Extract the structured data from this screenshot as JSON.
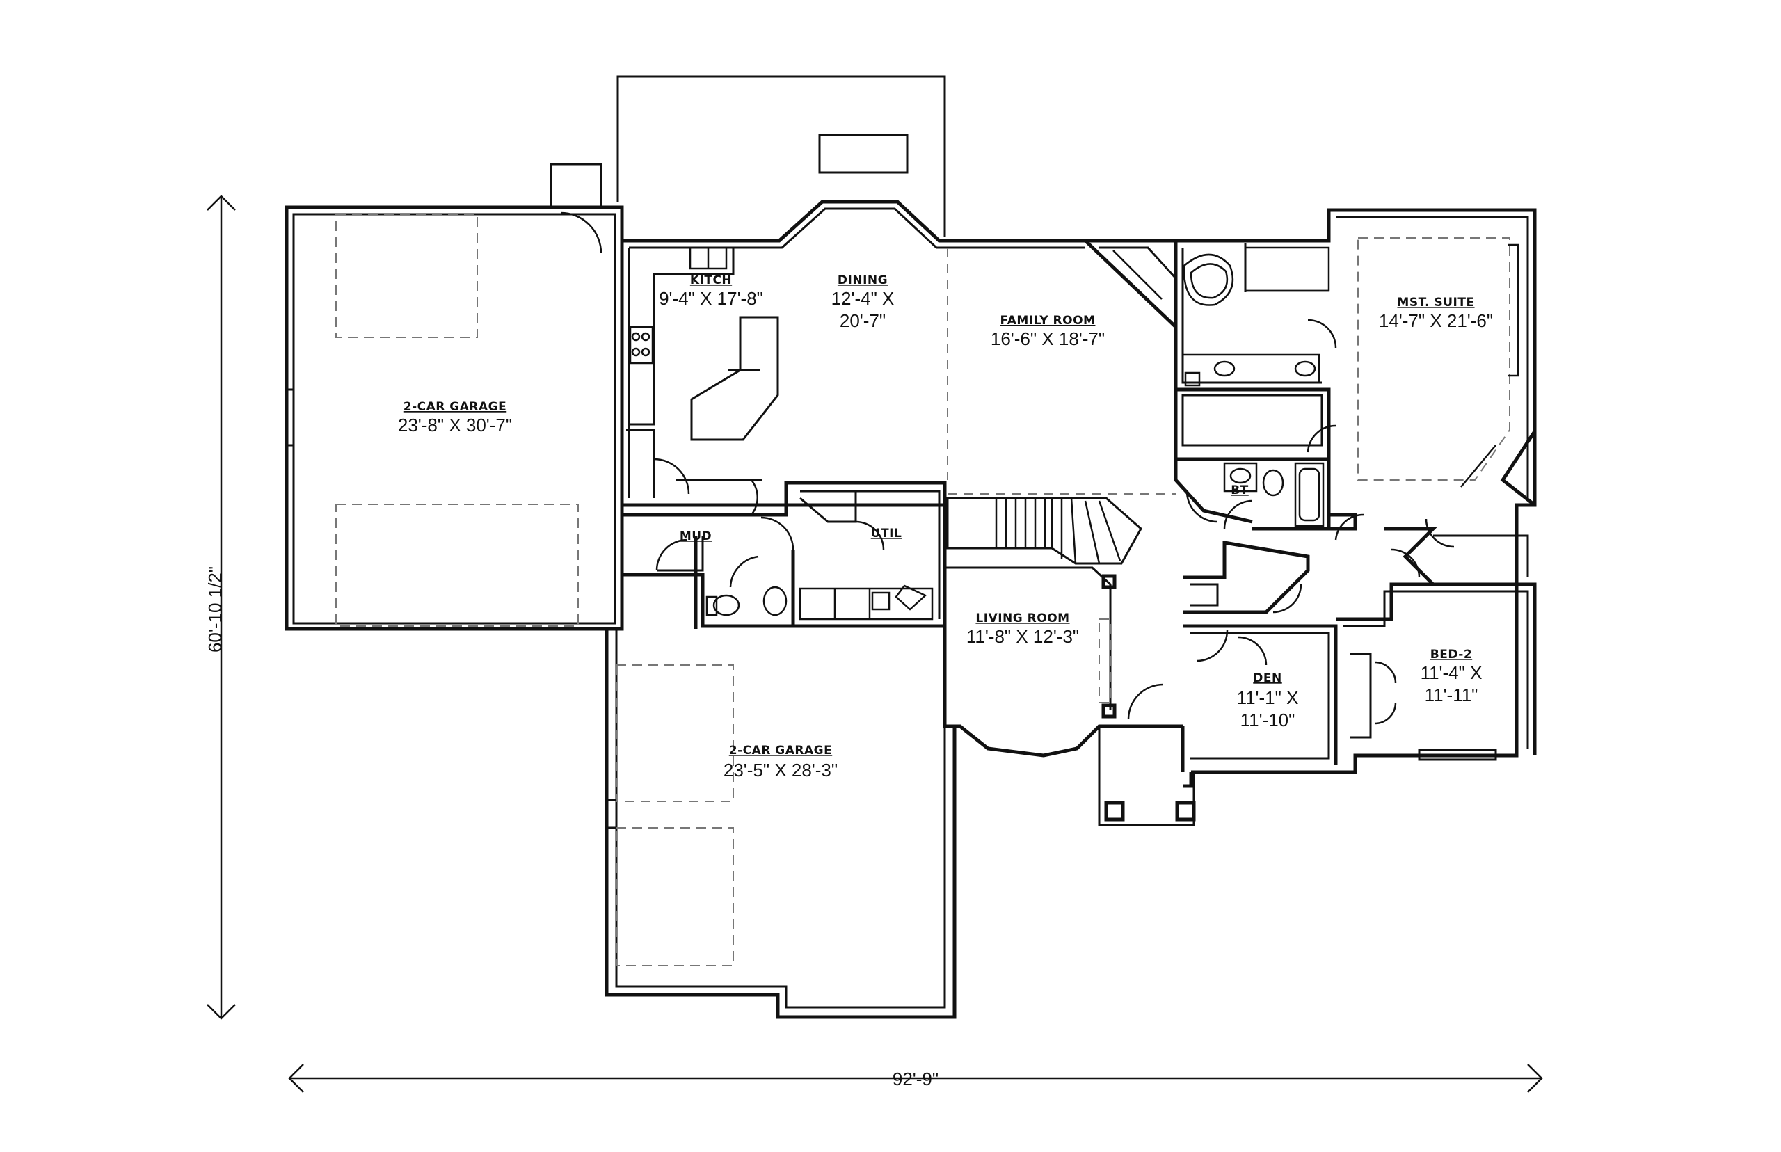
{
  "plan": {
    "overall_width": "92'-9\"",
    "overall_depth": "60'-10 1/2\""
  },
  "rooms": {
    "garage_left": {
      "name": "2-CAR GARAGE",
      "size": "23'-8\" X 30'-7\""
    },
    "kitchen": {
      "name": "KITCH",
      "size": "9'-4\" X 17'-8\""
    },
    "dining": {
      "name": "DINING",
      "size_line1": "12'-4\" X",
      "size_line2": "20'-7\""
    },
    "family": {
      "name": "FAMILY ROOM",
      "size": "16'-6\" X 18'-7\""
    },
    "master": {
      "name": "MST. SUITE",
      "size": "14'-7\" X 21'-6\""
    },
    "mud": {
      "name": "MUD"
    },
    "util": {
      "name": "UTIL"
    },
    "bath": {
      "name": "BT"
    },
    "living": {
      "name": "LIVING ROOM",
      "size": "11'-8\" X 12'-3\""
    },
    "den": {
      "name": "DEN",
      "size_line1": "11'-1\" X",
      "size_line2": "11'-10\""
    },
    "bed2": {
      "name": "BED-2",
      "size_line1": "11'-4\" X",
      "size_line2": "11'-11\""
    },
    "garage_right": {
      "name": "2-CAR GARAGE",
      "size": "23'-5\" X 28'-3\""
    }
  }
}
